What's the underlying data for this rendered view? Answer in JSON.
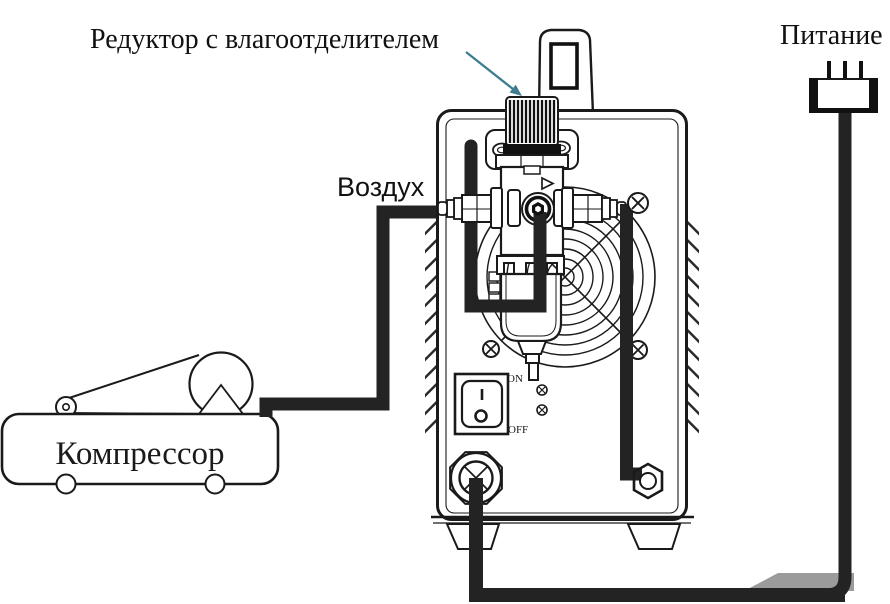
{
  "labels": {
    "reducer": "Редуктор с влагоотделителем",
    "air": "Воздух",
    "power": "Питание",
    "compressor": "Компрессор"
  },
  "switch": {
    "on_label": "ON",
    "off_label": "OFF"
  },
  "colors": {
    "line": "#1a1a1a",
    "hose": "#232323",
    "arrow": "#3e7d90",
    "shadow": "#9b9b9b",
    "background": "#ffffff"
  },
  "components": [
    "compressor-tank",
    "belt-drive-pulleys",
    "air-hose",
    "pressure-regulator-knob",
    "moisture-separator-bowl",
    "cooling-fan-grille",
    "power-switch",
    "torch-connector",
    "ground-hose-fitting",
    "power-plug",
    "power-cable",
    "carry-handle",
    "heat-sink-fins"
  ]
}
